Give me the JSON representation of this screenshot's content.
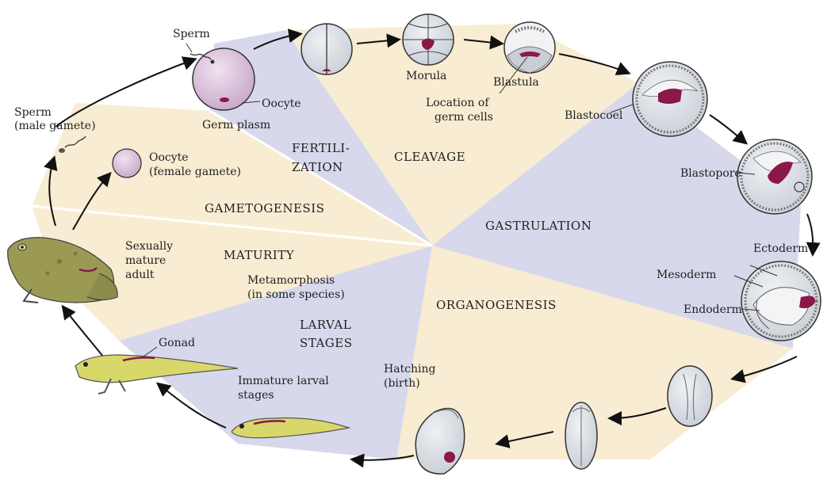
{
  "stages": {
    "fertilization": [
      "FERTILI-",
      "ZATION"
    ],
    "cleavage": "CLEAVAGE",
    "gastrulation": "GASTRULATION",
    "organogenesis": "ORGANOGENESIS",
    "larval": [
      "LARVAL",
      "STAGES"
    ],
    "maturity": "MATURITY",
    "gametogenesis": "GAMETOGENESIS"
  },
  "labels": {
    "sperm_top": "Sperm",
    "oocyte": "Oocyte",
    "germ_plasm": "Germ plasm",
    "sperm_male": [
      "Sperm",
      "(male gamete)"
    ],
    "oocyte_female": [
      "Oocyte",
      "(female gamete)"
    ],
    "morula": "Morula",
    "blastula": "Blastula",
    "location_germ": [
      "Location of",
      "germ cells"
    ],
    "blastocoel": "Blastocoel",
    "blastopore": "Blastopore",
    "ectoderm": "Ectoderm",
    "mesoderm": "Mesoderm",
    "endoderm": "Endoderm",
    "sexually_mature": [
      "Sexually",
      "mature",
      "adult"
    ],
    "metamorphosis": [
      "Metamorphosis",
      "(in some species)"
    ],
    "gonad": "Gonad",
    "immature_larval": [
      "Immature larval",
      "stages"
    ],
    "hatching": [
      "Hatching",
      "(birth)"
    ]
  },
  "colors": {
    "lavender": "#d8d8ec",
    "cream": "#f8ecd2",
    "germ": "#8a1848",
    "embryo": "#dfe3ea",
    "frog": "#9a9a54",
    "larva": "#d8d86a"
  }
}
